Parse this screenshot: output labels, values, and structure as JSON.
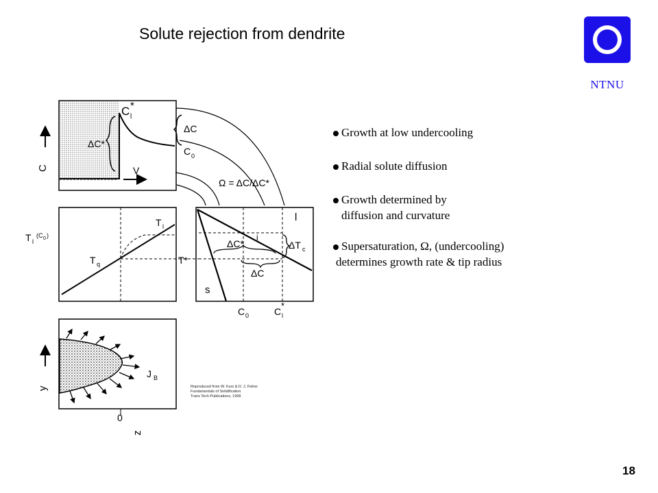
{
  "slide": {
    "title": "Solute rejection from dendrite",
    "logo_text": "NTNU",
    "page_number": "18",
    "colors": {
      "logo": "#1c10e8"
    },
    "bullets": [
      {
        "line1": "Growth at low undercooling"
      },
      {
        "line1": "Radial solute diffusion"
      },
      {
        "line1": "Growth determined by",
        "line2": "diffusion and curvature"
      },
      {
        "line1": "Supersaturation, Ω, (undercooling)",
        "line2": "determines growth rate & tip radius"
      }
    ],
    "credit": {
      "line1": "Reproduced from W. Kurz & D. J. Fisher",
      "line2": "Fundamentals of Solidification",
      "line3": "Trans Tech Publications, 1998"
    }
  },
  "figure": {
    "labels": {
      "c_axis": "C",
      "v_arrow": "V",
      "cl_star": "C",
      "cl_star_sub": "l",
      "delta_c_star": "ΔC*",
      "delta_c_top": "ΔC",
      "c0_top": "C",
      "c0_top_sub": "0",
      "omega": "Ω = ΔC/ΔC*",
      "tl_c0": "T",
      "tl_c0_sub": "l",
      "tl_c0_arg": "(C",
      "tl_c0_arg2": "0",
      "tl_c0_close": ")",
      "tl_curve": "T",
      "tl_curve_sub": "l",
      "tq": "T",
      "tq_sub": "q",
      "t_star": "T*",
      "phase_l": "l",
      "phase_s": "s",
      "i_label": "i",
      "delta_c_star_mid": "ΔC*",
      "delta_tc": "ΔT",
      "delta_tc_sub": "c",
      "delta_c_mid": "ΔC",
      "c0_bottom": "C",
      "c0_bottom_sub": "0",
      "cl_bottom": "C",
      "cl_bottom_sub": "l",
      "y_axis": "y",
      "jb": "J",
      "jb_sub": "B",
      "origin": "0",
      "z_axis": "z"
    }
  }
}
